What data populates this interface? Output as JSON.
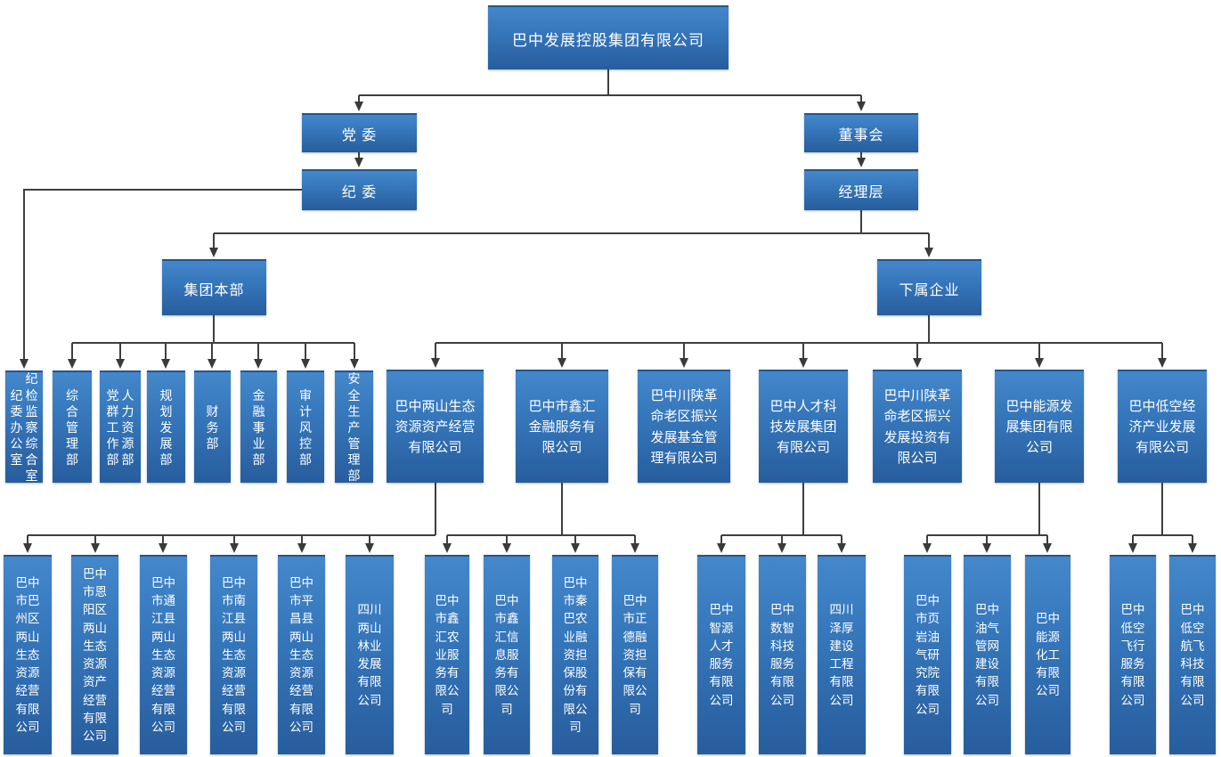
{
  "root": {
    "label": "巴中发展控股集团有限公司"
  },
  "governance": {
    "party_committee": "党 委",
    "discipline_committee": "纪 委",
    "board_of_directors": "董事会",
    "management_team": "经理层"
  },
  "level2": {
    "headquarters": "集团本部",
    "subsidiaries_group": "下属企业"
  },
  "discipline_office": {
    "columns": {
      "left": "纪委办公室",
      "right": "纪检监察综合室"
    }
  },
  "departments": [
    {
      "label": "综合管理部"
    },
    {
      "columns": {
        "left": "党群工作部",
        "right": "人力资源部"
      }
    },
    {
      "label": "规划发展部"
    },
    {
      "label": "财务部"
    },
    {
      "label": "金融事业部"
    },
    {
      "label": "审计风控部"
    },
    {
      "label": "安全生产管理部"
    }
  ],
  "subsidiaries": [
    {
      "label": "巴中两山生态资源资产经营有限公司",
      "children": [
        "巴中市巴州区两山生态资源经营有限公司",
        "巴中市恩阳区两山生态资源资产经营有限公司",
        "巴中市通江县两山生态资源经营有限公司",
        "巴中市南江县两山生态资源经营有限公司",
        "巴中市平昌县两山生态资源经营有限公司",
        "四川两山林业发展有限公司"
      ]
    },
    {
      "label": "巴中市鑫汇金融服务有限公司",
      "children": [
        "巴中市鑫汇农业服务有限公司",
        "巴中市鑫汇信息服务有限公司",
        "巴中市秦巴农业融资担保股份有限公司",
        "巴中市正德融资担保有限公司"
      ]
    },
    {
      "label": "巴中川陕革命老区振兴发展基金管理有限公司",
      "children": []
    },
    {
      "label": "巴中人才科技发展集团有限公司",
      "children": [
        "巴中智源人才服务有限公司",
        "巴中数智科技服务有限公司",
        "四川泽厚建设工程有限公司"
      ]
    },
    {
      "label": "巴中川陕革命老区振兴发展投资有限公司",
      "children": []
    },
    {
      "label": "巴中能源发展集团有限公司",
      "children": [
        "巴中市页岩油气研究院有限公司",
        "巴中油气管网建设有限公司",
        "巴中能源化工有限公司"
      ]
    },
    {
      "label": "巴中低空经济产业发展有限公司",
      "children": [
        "巴中低空飞行服务有限公司",
        "巴中低空航飞科技有限公司"
      ]
    }
  ],
  "colors": {
    "node_gradient_top": "#4487cb",
    "node_gradient_bottom": "#275d9d",
    "node_border_top": "#24568c",
    "connector": "#3f3f3f",
    "text": "#ffffff",
    "background": "#ffffff"
  }
}
